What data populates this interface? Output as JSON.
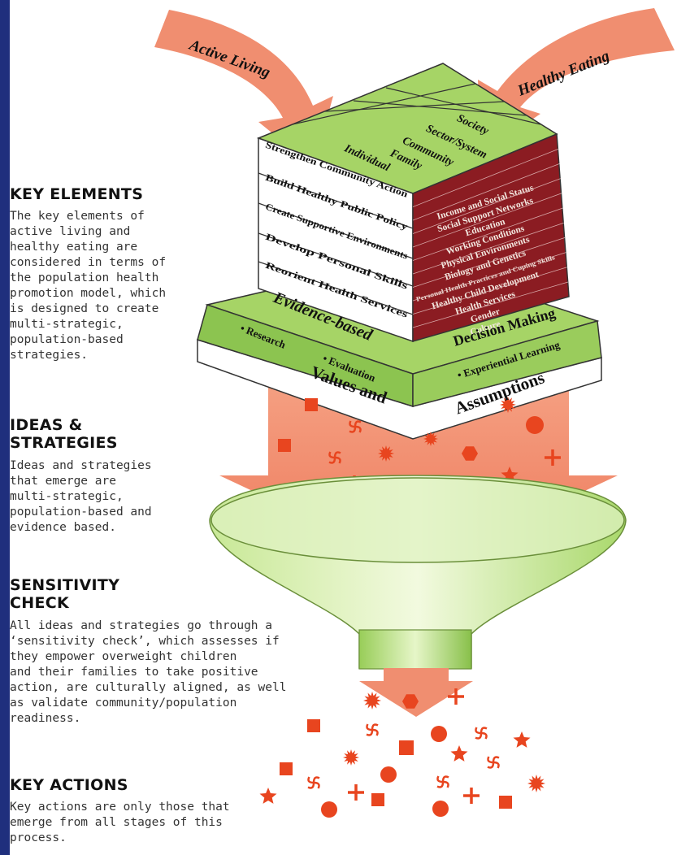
{
  "top_arrows": {
    "left": "Active Living",
    "right": "Healthy Eating"
  },
  "cube": {
    "top_levels": [
      "Society",
      "Sector/System",
      "Community",
      "Family",
      "Individual"
    ],
    "front_actions": [
      "Strengthen Community Action",
      "Build Healthy Public Policy",
      "Create Supportive Environments",
      "Develop Personal Skills",
      "Reorient Health Services"
    ],
    "side_determinants": [
      "Income and Social Status",
      "Social Support Networks",
      "Education",
      "Working Conditions",
      "Physical Environments",
      "Biology and Genetics",
      "Personal Health Practices and Coping Skills",
      "Healthy Child Development",
      "Health Services",
      "Gender",
      "Culture"
    ]
  },
  "platform": {
    "left_title": "Evidence-based",
    "right_title": "Decision Making",
    "research": "• Research",
    "evaluation": "• Evaluation",
    "experiential": "• Experiential Learning",
    "values": "Values and",
    "assumptions": "Assumptions"
  },
  "sections": [
    {
      "heading": "KEY ELEMENTS",
      "lines": [
        "The key elements of",
        "active living and",
        "healthy eating are",
        "considered in terms of",
        "the population health",
        "promotion model, which",
        "is designed to create",
        "multi-strategic,",
        "population-based",
        "strategies."
      ]
    },
    {
      "heading_lines": [
        "IDEAS &",
        "STRATEGIES"
      ],
      "lines": [
        "Ideas and strategies",
        "that emerge are",
        "multi-strategic,",
        "population-based and",
        "evidence based."
      ]
    },
    {
      "heading_lines": [
        "SENSITIVITY",
        "CHECK"
      ],
      "lines": [
        "All ideas and strategies go through a",
        "‘sensitivity check’, which assesses if",
        "they empower overweight children",
        "and their families to take positive",
        "action, are culturally aligned, as well",
        "as validate community/population",
        "readiness."
      ]
    },
    {
      "heading": "KEY ACTIONS",
      "lines": [
        "Key actions are only those that",
        "emerge from all stages of this",
        "process."
      ]
    }
  ],
  "colors": {
    "background_border": "#1f2f7d",
    "arrow_salmon": "#f08e70",
    "green_top": "#9ccf5a",
    "green_dark": "#6aa534",
    "maroon": "#8b1c22",
    "particle": "#e8451f"
  }
}
